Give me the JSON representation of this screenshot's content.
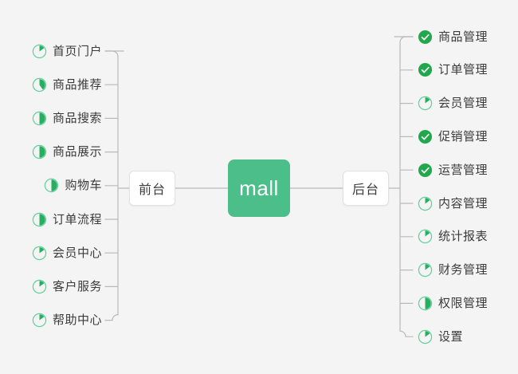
{
  "diagram": {
    "type": "mindmap",
    "background_color": "#f4f4f4",
    "root": {
      "label": "mall",
      "color": "#4cbe8a",
      "text_color": "#ffffff"
    },
    "branches": [
      {
        "id": "frontend",
        "label": "前台",
        "side": "left",
        "items": [
          {
            "label": "首页门户",
            "icon": "pie-progress-icon",
            "progress": 15
          },
          {
            "label": "商品推荐",
            "icon": "pie-progress-icon",
            "progress": 40
          },
          {
            "label": "商品搜索",
            "icon": "pie-progress-icon",
            "progress": 50
          },
          {
            "label": "商品展示",
            "icon": "pie-progress-icon",
            "progress": 50
          },
          {
            "label": "购物车",
            "icon": "pie-progress-icon",
            "progress": 50
          },
          {
            "label": "订单流程",
            "icon": "pie-progress-icon",
            "progress": 50
          },
          {
            "label": "会员中心",
            "icon": "pie-progress-icon",
            "progress": 15
          },
          {
            "label": "客户服务",
            "icon": "pie-progress-icon",
            "progress": 15
          },
          {
            "label": "帮助中心",
            "icon": "pie-progress-icon",
            "progress": 15
          }
        ]
      },
      {
        "id": "backend",
        "label": "后台",
        "side": "right",
        "items": [
          {
            "label": "商品管理",
            "icon": "check-circle-icon",
            "progress": 100
          },
          {
            "label": "订单管理",
            "icon": "check-circle-icon",
            "progress": 100
          },
          {
            "label": "会员管理",
            "icon": "pie-progress-icon",
            "progress": 15
          },
          {
            "label": "促销管理",
            "icon": "check-circle-icon",
            "progress": 100
          },
          {
            "label": "运营管理",
            "icon": "check-circle-icon",
            "progress": 100
          },
          {
            "label": "内容管理",
            "icon": "pie-progress-icon",
            "progress": 15
          },
          {
            "label": "统计报表",
            "icon": "pie-progress-icon",
            "progress": 15
          },
          {
            "label": "财务管理",
            "icon": "pie-progress-icon",
            "progress": 15
          },
          {
            "label": "权限管理",
            "icon": "pie-progress-icon",
            "progress": 50
          },
          {
            "label": "设置",
            "icon": "pie-progress-icon",
            "progress": 15
          }
        ]
      }
    ],
    "colors": {
      "accent": "#4cbe8a",
      "icon_outline": "#63cf9b",
      "icon_fill": "#27ae60",
      "check_circle": "#21a84c",
      "line": "#b9b9b9",
      "text": "#3b3b3b"
    }
  }
}
